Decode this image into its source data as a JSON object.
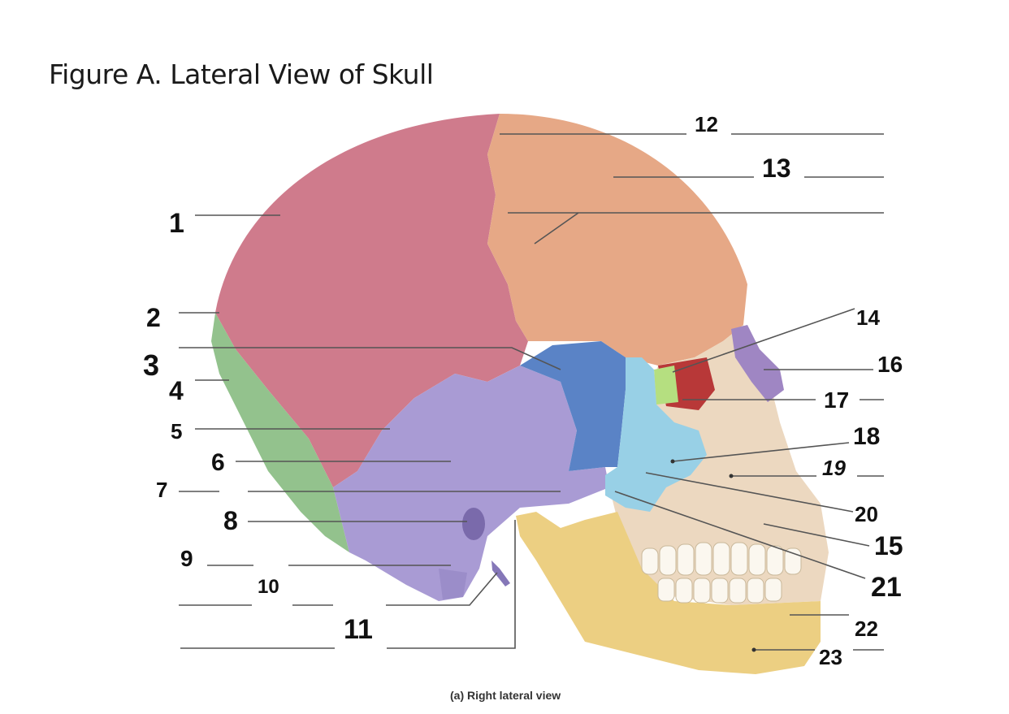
{
  "title": "Figure A. Lateral View of Skull",
  "caption": "(a) Right lateral view",
  "labels": [
    "1",
    "2",
    "3",
    "4",
    "5",
    "6",
    "7",
    "8",
    "9",
    "10",
    "11",
    "12",
    "13",
    "14",
    "15",
    "16",
    "17",
    "18",
    "19",
    "20",
    "21",
    "22",
    "23"
  ],
  "colors": {
    "parietal": "#cf7b8c",
    "frontal": "#e6a886",
    "occipital": "#93c28d",
    "temporal": "#a99bd4",
    "sphenoid": "#5a83c6",
    "zygomatic": "#98d0e6",
    "lacrimal": "#b5df80",
    "orbit": "#b83838",
    "nasal": "#9f86c3",
    "maxilla_face": "#ecd8c0",
    "mandible": "#eccf82",
    "leader_line": "#555555"
  }
}
